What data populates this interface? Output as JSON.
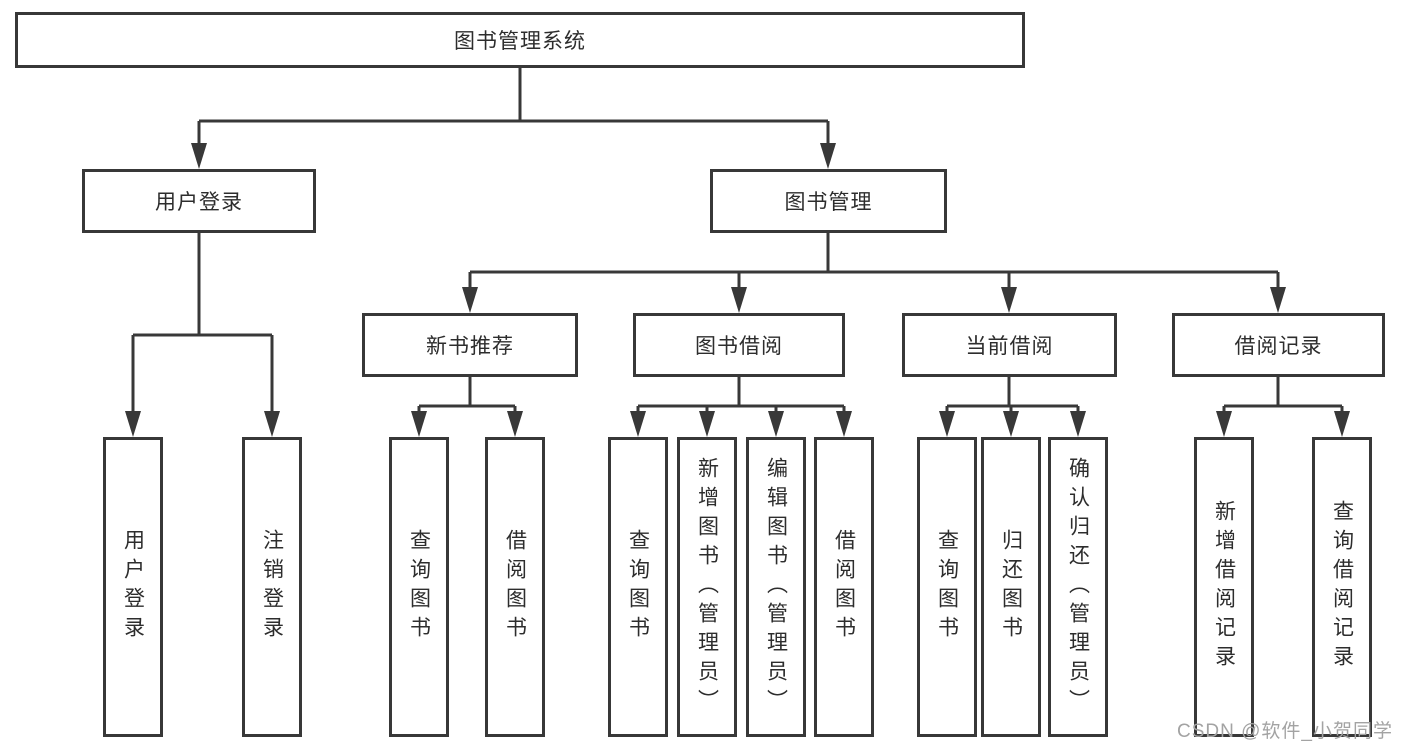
{
  "diagram_type": "hierarchy-tree",
  "nodes": {
    "root": "图书管理系统",
    "user_login": "用户登录",
    "book_mgmt": "图书管理",
    "new_books": "新书推荐",
    "borrow": "图书借阅",
    "current": "当前借阅",
    "records": "借阅记录"
  },
  "leaves": {
    "user_login": [
      "用户登录",
      "注销登录"
    ],
    "new_books": [
      "查询图书",
      "借阅图书"
    ],
    "borrow": [
      "查询图书",
      "新增图书（管理员）",
      "编辑图书（管理员）",
      "借阅图书"
    ],
    "current": [
      "查询图书",
      "归还图书",
      "确认归还（管理员）"
    ],
    "records": [
      "新增借阅记录",
      "查询借阅记录"
    ]
  },
  "watermark": "CSDN @软件_小贺同学",
  "colors": {
    "line": "#383838",
    "box_border": "#383838",
    "text": "#2d2d2d",
    "watermark": "#a3a3a3",
    "background": "#ffffff"
  }
}
